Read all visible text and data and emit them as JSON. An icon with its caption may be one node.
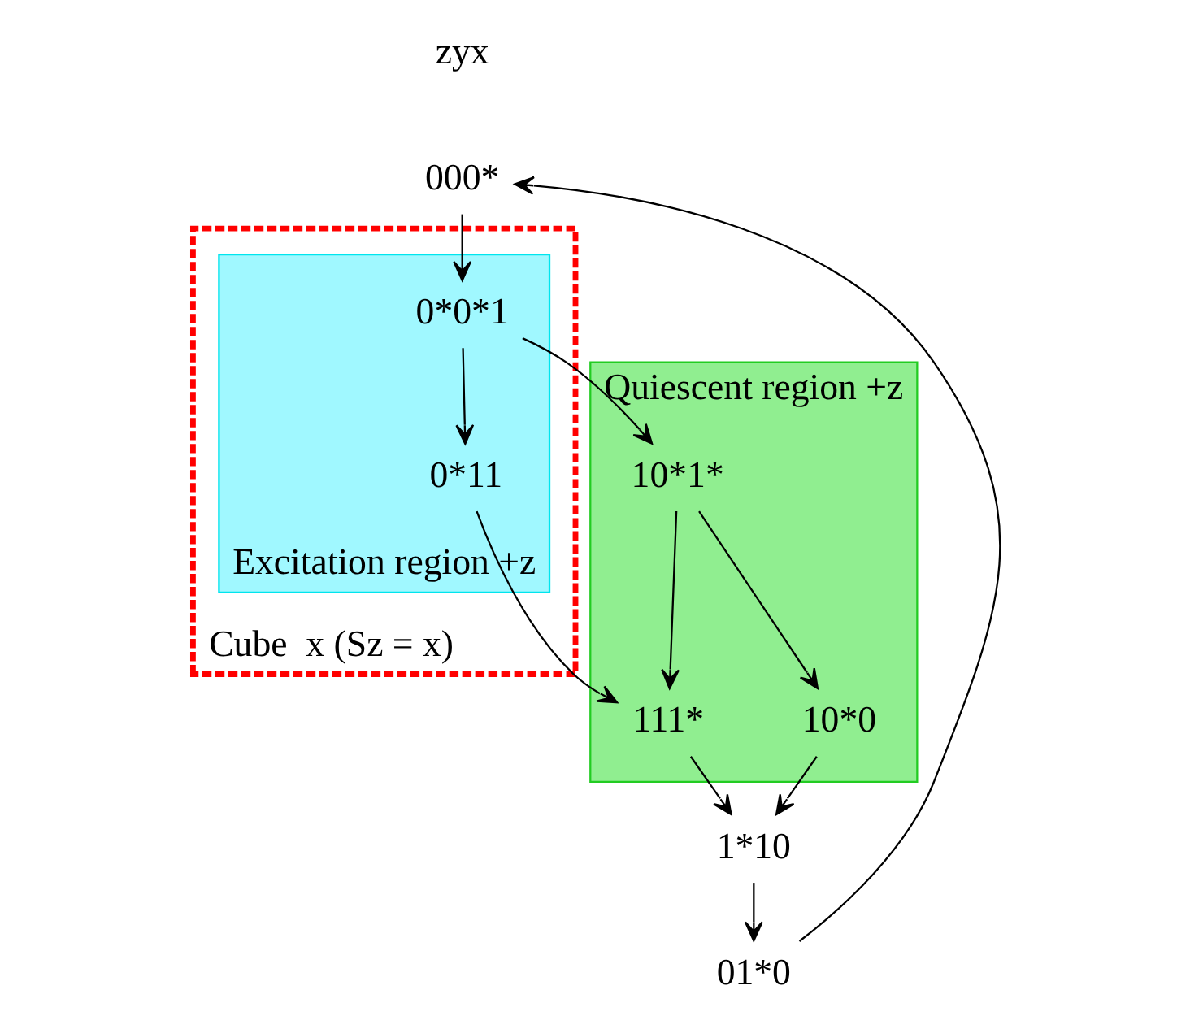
{
  "diagram": {
    "nodes": [
      {
        "text": [
          "000*"
        ]
      },
      {
        "text": [
          "Cube  x (Sz = x)"
        ]
      },
      {
        "text": [
          "Excitation region +z"
        ],
        "in": 1
      },
      {
        "text": [
          "0*0*1"
        ],
        "in": 2
      },
      {
        "text": [
          "0*11"
        ],
        "in": 2
      },
      {
        "text": [
          "Quiescent region +z"
        ]
      },
      {
        "text": [
          "10*1*"
        ],
        "in": 5
      },
      {
        "text": [
          "10*0"
        ],
        "in": 5
      },
      {
        "text": [
          "111*"
        ],
        "in": 5
      },
      {
        "text": [
          "1*10"
        ]
      },
      {
        "text": [
          "01*0"
        ]
      }
    ],
    "edges": [
      {
        "from": 0,
        "to": 3,
        "arrow": "to"
      },
      {
        "from": 3,
        "to": 6,
        "arrow": "to"
      },
      {
        "from": 3,
        "to": 4,
        "arrow": "to"
      },
      {
        "from": 6,
        "to": 7,
        "arrow": "to"
      },
      {
        "from": 6,
        "to": 8,
        "arrow": "to"
      },
      {
        "from": 4,
        "to": 8,
        "arrow": "to"
      },
      {
        "from": 7,
        "to": 9,
        "arrow": "to"
      },
      {
        "from": 8,
        "to": 9,
        "arrow": "to"
      },
      {
        "from": 9,
        "to": 10,
        "arrow": "to"
      },
      {
        "from": 10,
        "to": 0,
        "arrow": "to"
      }
    ],
    "labels": [
      "zyx"
    ]
  }
}
